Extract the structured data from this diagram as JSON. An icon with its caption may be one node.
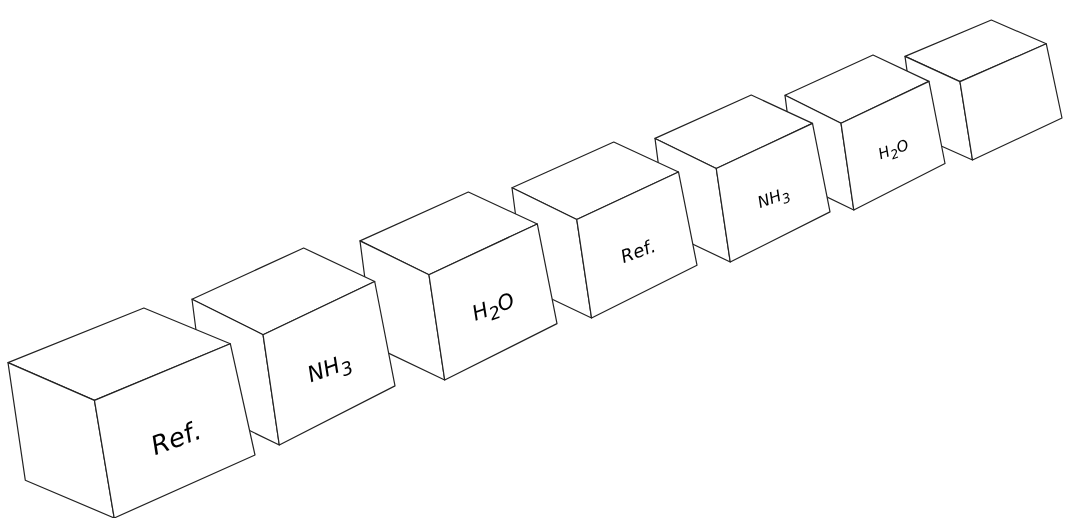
{
  "diagram": {
    "nodes": [
      {
        "text": [
          "Ref."
        ]
      },
      {
        "text": [
          "NH$_{3}$"
        ]
      },
      {
        "text": [
          "H$_{2}$O"
        ]
      },
      {
        "text": [
          "Ref."
        ]
      },
      {
        "text": [
          "NH$_{3}$"
        ]
      },
      {
        "text": [
          "H$_{2}$O"
        ]
      },
      {
        "text": [],
        "shape": "box"
      }
    ]
  }
}
